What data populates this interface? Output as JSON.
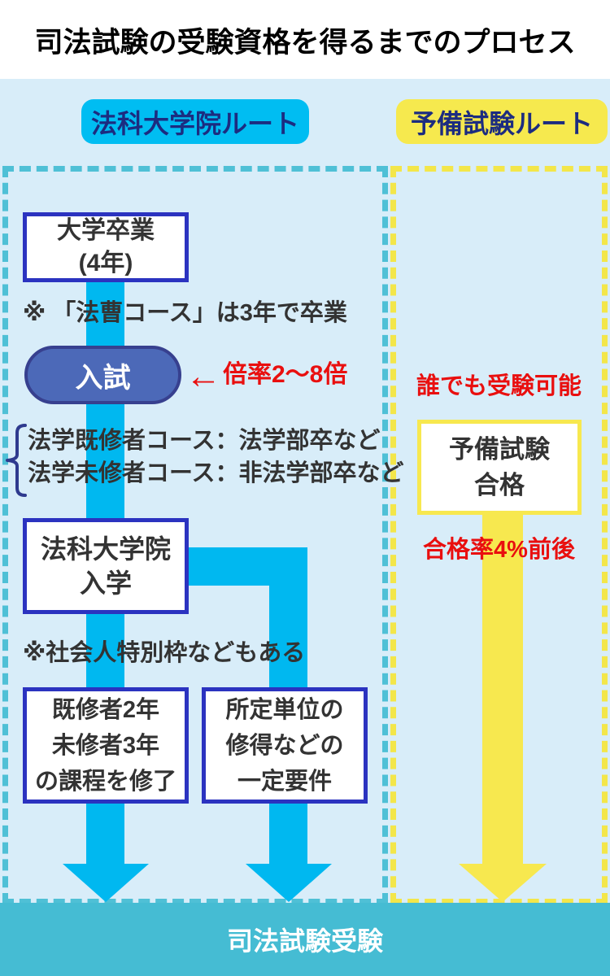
{
  "title": "司法試験の受験資格を得るまでのプロセス",
  "routes": {
    "law_school": {
      "label": "法科大学院ルート"
    },
    "preliminary": {
      "label": "予備試験ルート"
    }
  },
  "law_school": {
    "university_box": {
      "line1": "大学卒業",
      "line2": "(4年)"
    },
    "note_hoso": "※ 「法曹コース」は3年で卒業",
    "entrance_exam_label": "入試",
    "exam_note_arrow": "←",
    "exam_note_text": "倍率2〜8倍",
    "course_line1": "法学既修者コース：法学部卒など",
    "course_line2": "法学未修者コース：非法学部卒など",
    "admission_box": {
      "line1": "法科大学院",
      "line2": "入学"
    },
    "note_special": "※社会人特別枠などもある",
    "completion_box": {
      "line1": "既修者2年",
      "line2": "未修者3年",
      "line3": "の課程を修了"
    },
    "credits_box": {
      "line1": "所定単位の",
      "line2": "修得などの",
      "line3": "一定要件"
    }
  },
  "preliminary": {
    "note_anyone": "誰でも受験可能",
    "pass_box": {
      "line1": "予備試験",
      "line2": "合格"
    },
    "note_rate": "合格率4%前後"
  },
  "footer": {
    "label": "司法試験受験"
  },
  "colors": {
    "panel_background": "#d8edf9",
    "cyan_accent": "#00b8f0",
    "teal_dash": "#4fc0d6",
    "yellow_accent": "#f7e84f",
    "navy_text": "#1c2c80",
    "box_border_blue": "#2b33c0",
    "exam_pill_fill": "#4c69b8",
    "exam_pill_border": "#37408f",
    "red_text": "#e90f0f",
    "footer_bar": "#45bcd3"
  }
}
